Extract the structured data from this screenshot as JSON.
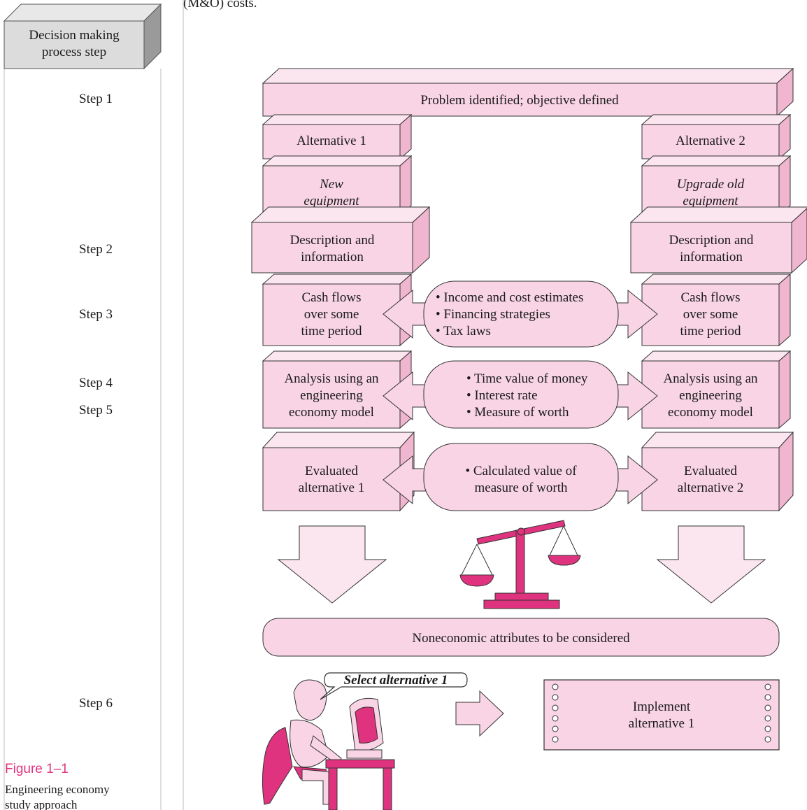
{
  "top_fragment": "(M&O) costs.",
  "header_box": {
    "line1": "Decision making",
    "line2": "process step"
  },
  "steps": [
    "Step 1",
    "Step 2",
    "Step 3",
    "Step 4",
    "Step 5",
    "Step 6"
  ],
  "problem": "Problem identified; objective defined",
  "alternatives": {
    "left": {
      "name": "Alternative 1",
      "desc_l1": "New",
      "desc_l2": "equipment"
    },
    "right": {
      "name": "Alternative 2",
      "desc_l1": "Upgrade old",
      "desc_l2": "equipment"
    }
  },
  "description": {
    "l1": "Description and",
    "l2": "information"
  },
  "cashflows": {
    "l1": "Cash flows",
    "l2": "over some",
    "l3": "time period"
  },
  "estimates": [
    "• Income and cost estimates",
    "• Financing strategies",
    "• Tax laws"
  ],
  "analysis": {
    "l1": "Analysis using an",
    "l2": "engineering",
    "l3": "economy model"
  },
  "money": [
    "• Time value of money",
    "• Interest rate",
    "• Measure of worth"
  ],
  "evaluated": {
    "left": {
      "l1": "Evaluated",
      "l2": "alternative 1"
    },
    "right": {
      "l1": "Evaluated",
      "l2": "alternative 2"
    }
  },
  "calculated": {
    "l1": "• Calculated value of",
    "l2": "measure of worth"
  },
  "noneconomic": "Noneconomic attributes to be considered",
  "speech": "Select alternative 1",
  "implement": {
    "l1": "Implement",
    "l2": "alternative 1"
  },
  "figure": {
    "label": "Figure 1–1",
    "cap_l1": "Engineering economy",
    "cap_l2": "study approach"
  },
  "colors": {
    "fill": "#f8d4e4",
    "side": "#f0b6cf",
    "accent": "#e0337f",
    "stroke": "#333333"
  }
}
